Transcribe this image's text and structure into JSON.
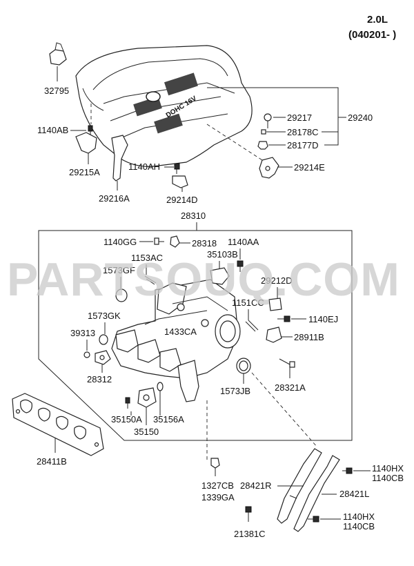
{
  "header": {
    "engine": "2.0L",
    "date_range": "(040201- )"
  },
  "watermark": "PARTSOUQ.COM",
  "engine_cover": {
    "badge": "DOHC 16V"
  },
  "callouts": {
    "c32795": "32795",
    "c29217": "29217",
    "c29240": "29240",
    "c1140AB": "1140AB",
    "c28178C": "28178C",
    "c28177D": "28177D",
    "c29215A": "29215A",
    "c1140AH": "1140AH",
    "c29214E": "29214E",
    "c29216A": "29216A",
    "c29214D": "29214D",
    "c28310": "28310",
    "c1140GG": "1140GG",
    "c28318": "28318",
    "c1140AA": "1140AA",
    "c1153AC": "1153AC",
    "c35103B": "35103B",
    "c1573GF": "1573GF",
    "c29212D": "29212D",
    "c1151CC": "1151CC",
    "c1140EJ": "1140EJ",
    "c1573GK": "1573GK",
    "c1433CA": "1433CA",
    "c39313": "39313",
    "c28911B": "28911B",
    "c28312": "28312",
    "c28321A": "28321A",
    "c1573JB": "1573JB",
    "c35150A": "35150A",
    "c35156A": "35156A",
    "c35150": "35150",
    "c28411B": "28411B",
    "c1140HX_a": "1140HX",
    "c1140CB_a": "1140CB",
    "c28421R": "28421R",
    "c28421L": "28421L",
    "c1327CB": "1327CB",
    "c1339GA": "1339GA",
    "c1140HX_b": "1140HX",
    "c1140CB_b": "1140CB",
    "c21381C": "21381C"
  }
}
